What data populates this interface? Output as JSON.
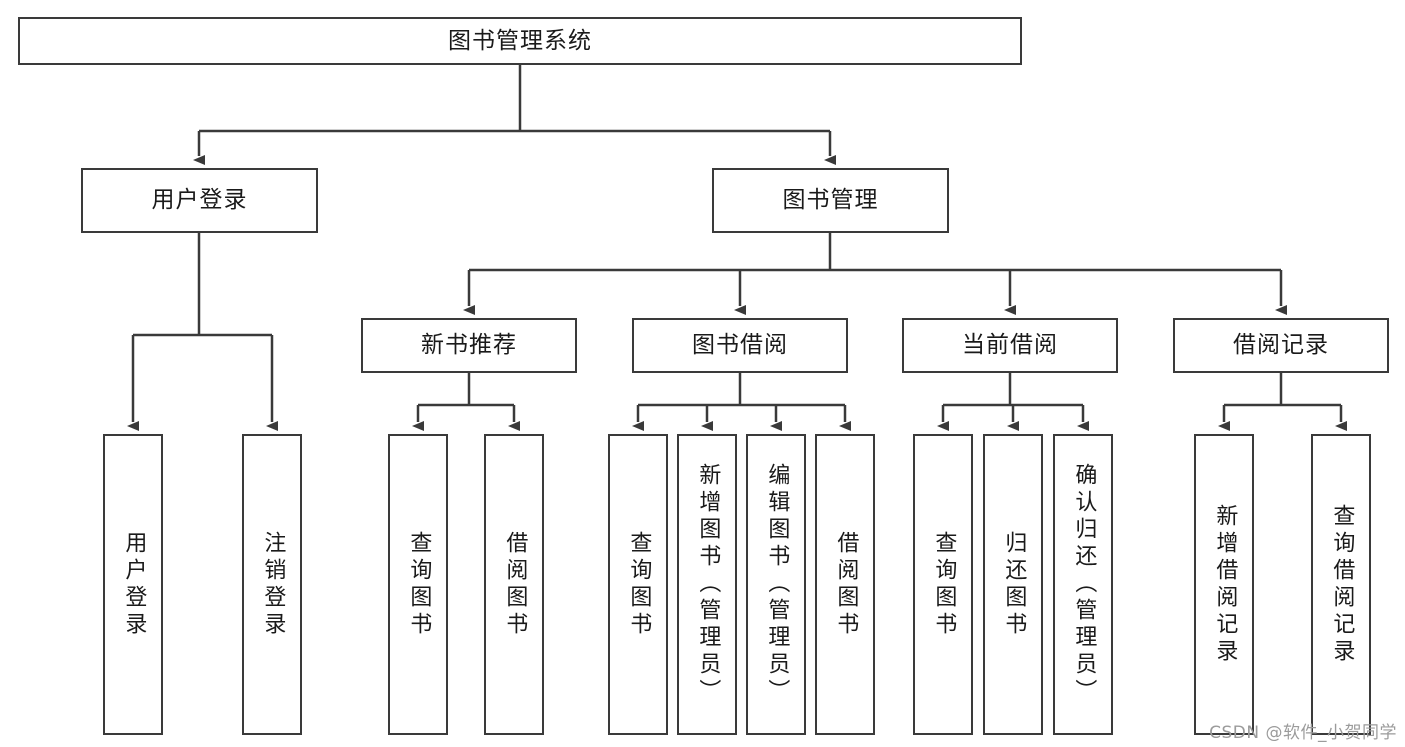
{
  "diagram": {
    "type": "tree-hierarchy-chart",
    "title": "图书管理系统",
    "line_color": "#3a3a3a",
    "box_fill": "#ffffff",
    "text_color": "#1a1a1a",
    "nodes": {
      "root": {
        "label": "图书管理系统"
      },
      "level2": [
        {
          "label": "用户登录"
        },
        {
          "label": "图书管理"
        }
      ],
      "level3": [
        {
          "label": "新书推荐"
        },
        {
          "label": "图书借阅"
        },
        {
          "label": "当前借阅"
        },
        {
          "label": "借阅记录"
        }
      ],
      "leaves": {
        "user_login": [
          {
            "label": "用户登录"
          },
          {
            "label": "注销登录"
          }
        ],
        "new_book": [
          {
            "label": "查询图书"
          },
          {
            "label": "借阅图书"
          }
        ],
        "book_borrow": [
          {
            "label": "查询图书"
          },
          {
            "label": "新增图书（管理员）"
          },
          {
            "label": "编辑图书（管理员）"
          },
          {
            "label": "借阅图书"
          }
        ],
        "current_borrow": [
          {
            "label": "查询图书"
          },
          {
            "label": "归还图书"
          },
          {
            "label": "确认归还（管理员）"
          }
        ],
        "borrow_record": [
          {
            "label": "新增借阅记录"
          },
          {
            "label": "查询借阅记录"
          }
        ]
      }
    }
  },
  "watermark": {
    "text": "CSDN @软件_小贺同学"
  }
}
